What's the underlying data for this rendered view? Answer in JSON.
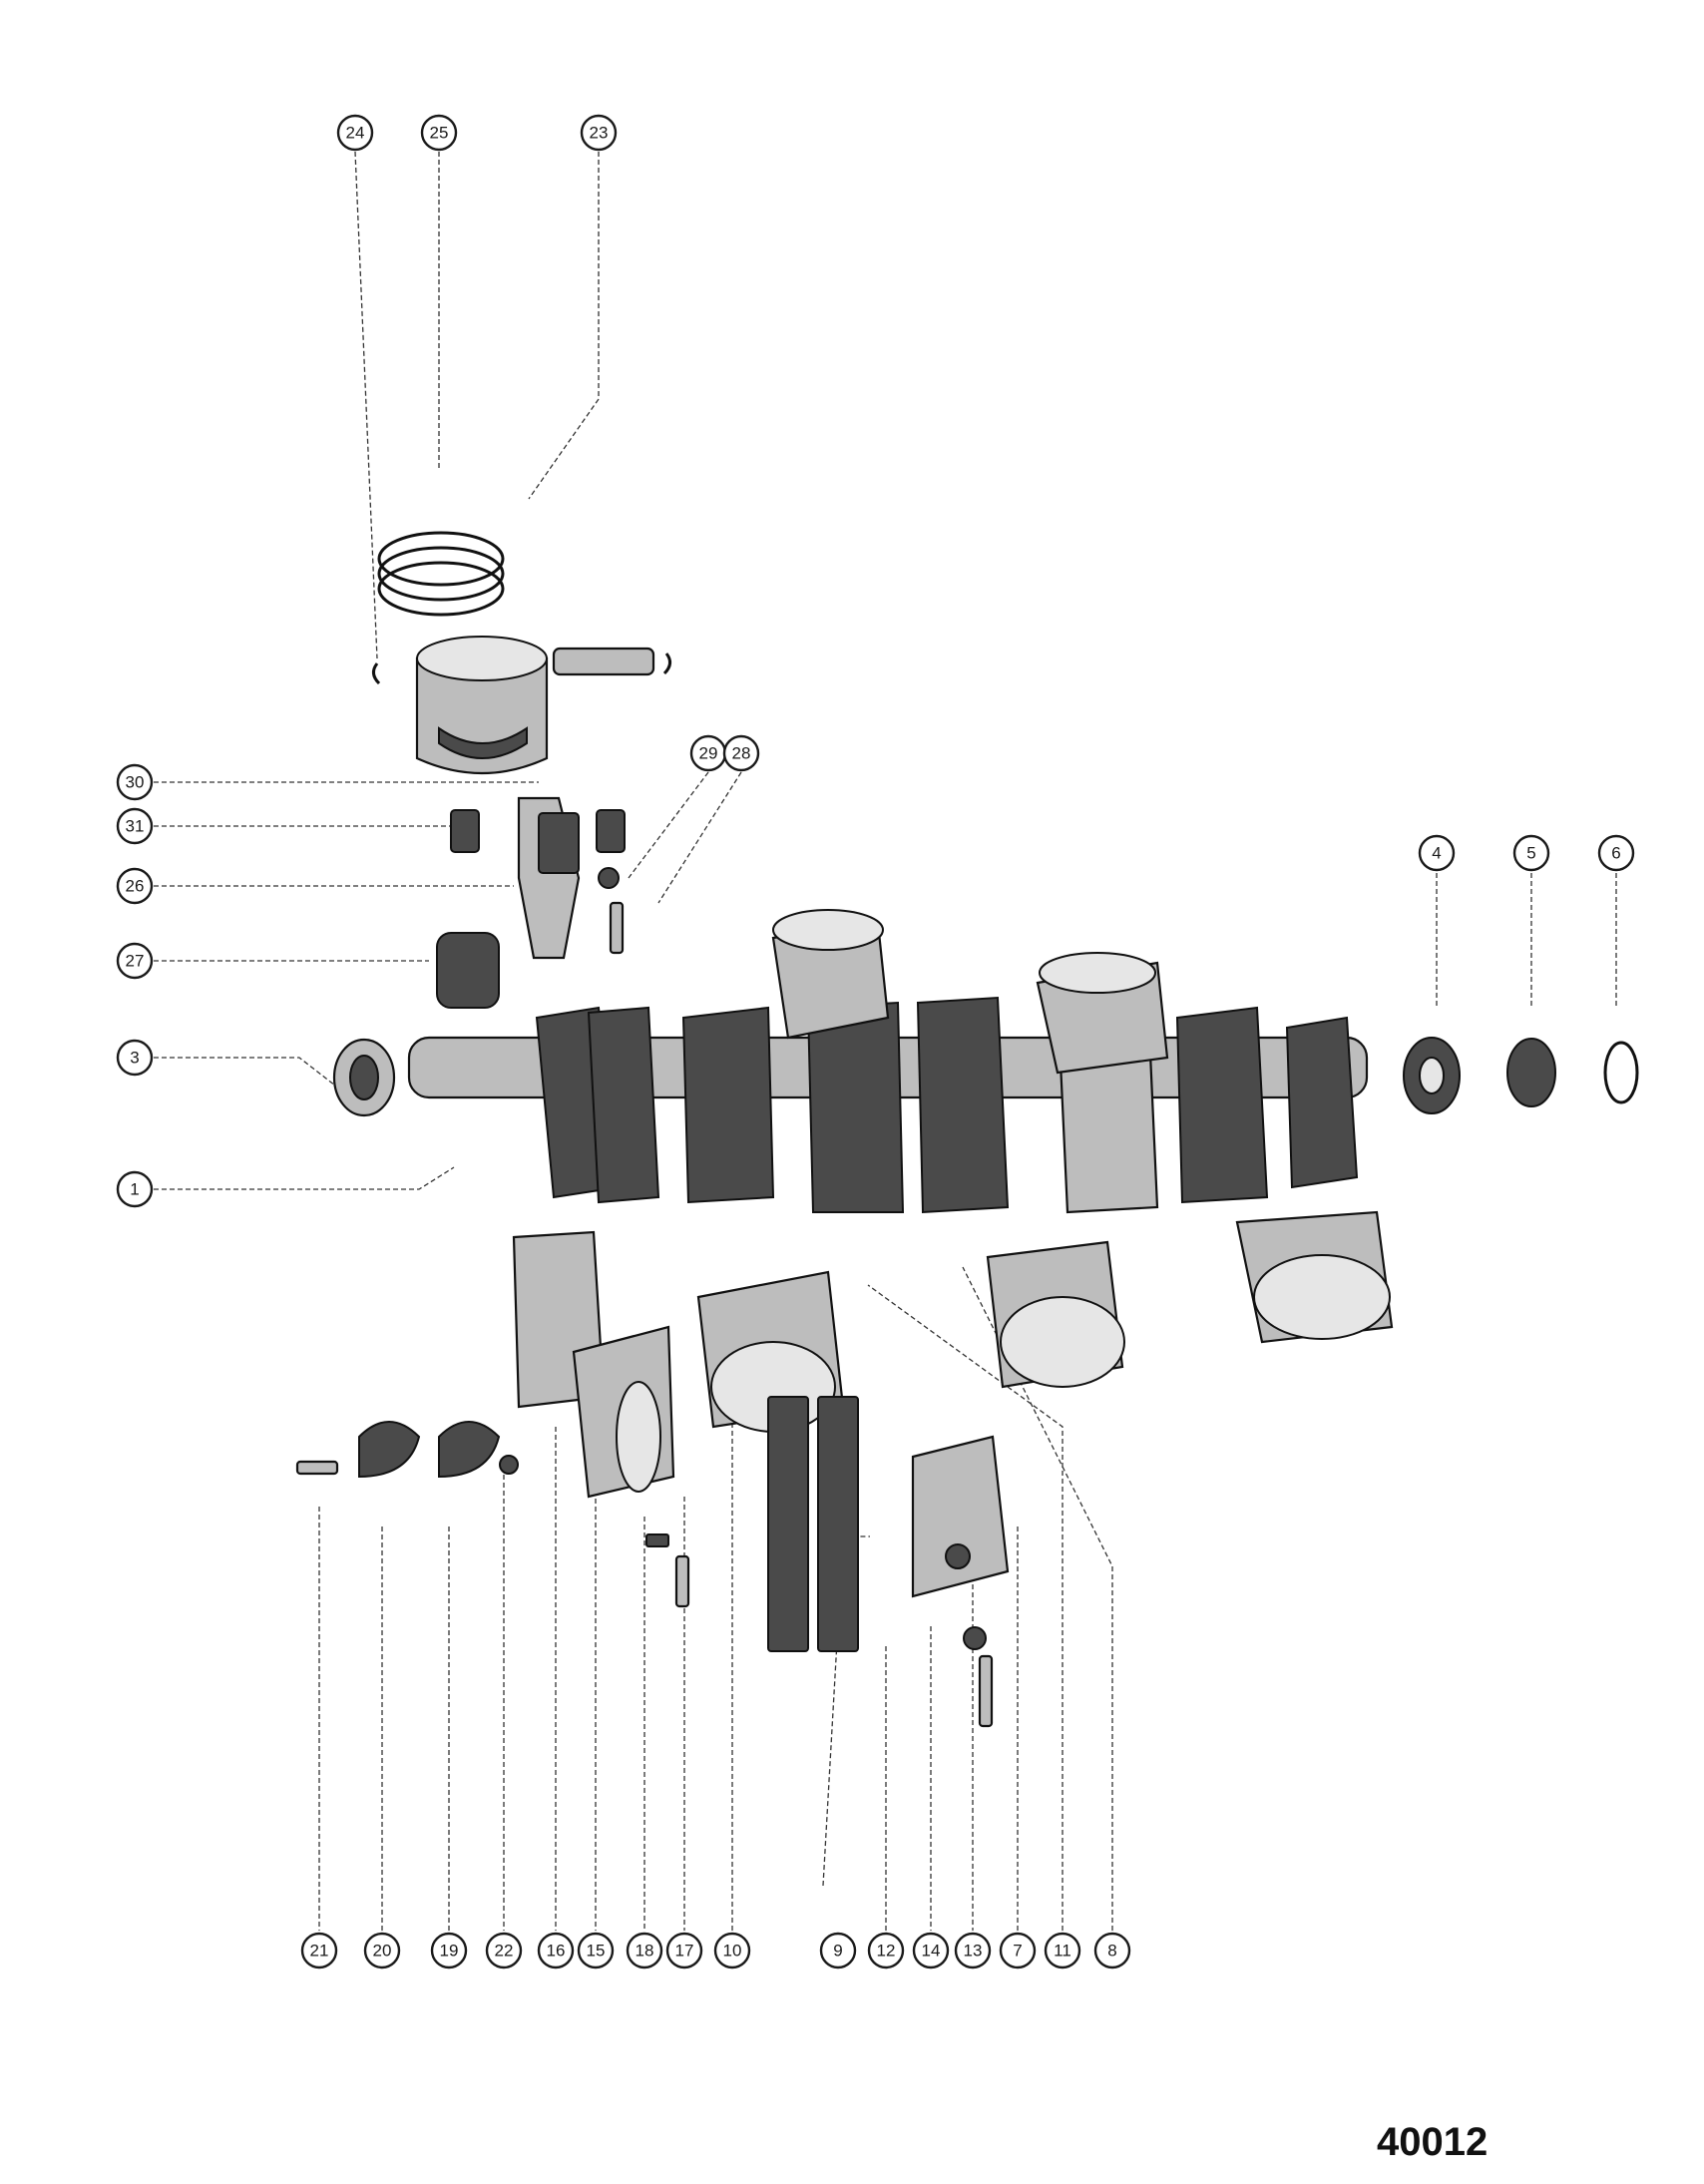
{
  "figure_number": "40012",
  "callouts": [
    {
      "id": "c24",
      "label": "24"
    },
    {
      "id": "c25",
      "label": "25"
    },
    {
      "id": "c23",
      "label": "23"
    },
    {
      "id": "c30",
      "label": "30"
    },
    {
      "id": "c31",
      "label": "31"
    },
    {
      "id": "c26",
      "label": "26"
    },
    {
      "id": "c27",
      "label": "27"
    },
    {
      "id": "c29",
      "label": "29"
    },
    {
      "id": "c28",
      "label": "28"
    },
    {
      "id": "c3",
      "label": "3"
    },
    {
      "id": "c1",
      "label": "1"
    },
    {
      "id": "c4",
      "label": "4"
    },
    {
      "id": "c5",
      "label": "5"
    },
    {
      "id": "c6",
      "label": "6"
    },
    {
      "id": "c21",
      "label": "21"
    },
    {
      "id": "c20",
      "label": "20"
    },
    {
      "id": "c19",
      "label": "19"
    },
    {
      "id": "c22",
      "label": "22"
    },
    {
      "id": "c16",
      "label": "16"
    },
    {
      "id": "c15",
      "label": "15"
    },
    {
      "id": "c18",
      "label": "18"
    },
    {
      "id": "c17",
      "label": "17"
    },
    {
      "id": "c10",
      "label": "10"
    },
    {
      "id": "c9",
      "label": "9"
    },
    {
      "id": "c12",
      "label": "12"
    },
    {
      "id": "c14",
      "label": "14"
    },
    {
      "id": "c13",
      "label": "13"
    },
    {
      "id": "c7",
      "label": "7"
    },
    {
      "id": "c11",
      "label": "11"
    },
    {
      "id": "c8",
      "label": "8"
    }
  ]
}
